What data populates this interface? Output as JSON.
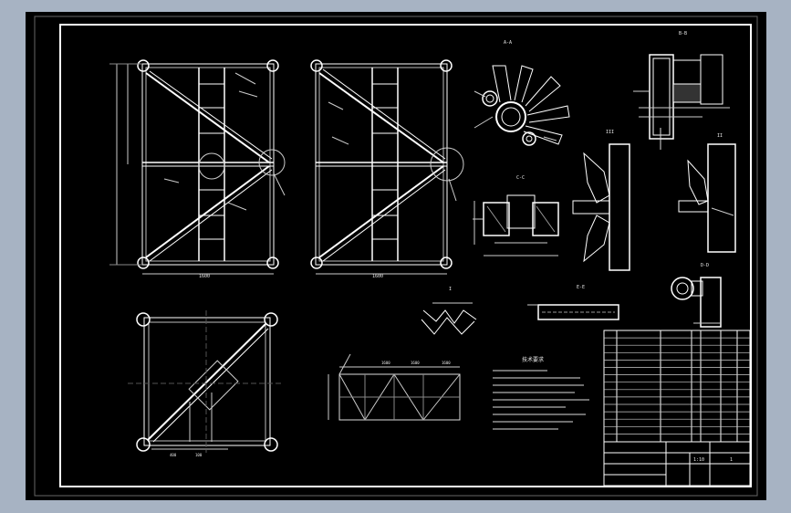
{
  "colors": {
    "outer_bg": "#a7b3c3",
    "paper": "#000000",
    "line": "#ffffff",
    "line_dim": "#d9d9d9"
  },
  "views": {
    "section_a": {
      "title": "A-A"
    },
    "section_b": {
      "title": "B-B"
    },
    "section_c": {
      "title": "C-C"
    },
    "section_d": {
      "title": "D-D"
    },
    "section_e": {
      "title": "E-E"
    },
    "detail_1": {
      "label": "I"
    },
    "detail_2": {
      "label": "II"
    },
    "detail_3": {
      "label": "III"
    }
  },
  "dimensions": {
    "front_width": "1600",
    "side_width": "1600",
    "plan_gap_1": "400",
    "plan_gap_2": "100",
    "ladder_1": "1600",
    "ladder_2": "1600",
    "ladder_3": "1600"
  },
  "notes": {
    "heading": "技术要求"
  },
  "title_block": {
    "scale": "1:10",
    "sheet": "1"
  }
}
